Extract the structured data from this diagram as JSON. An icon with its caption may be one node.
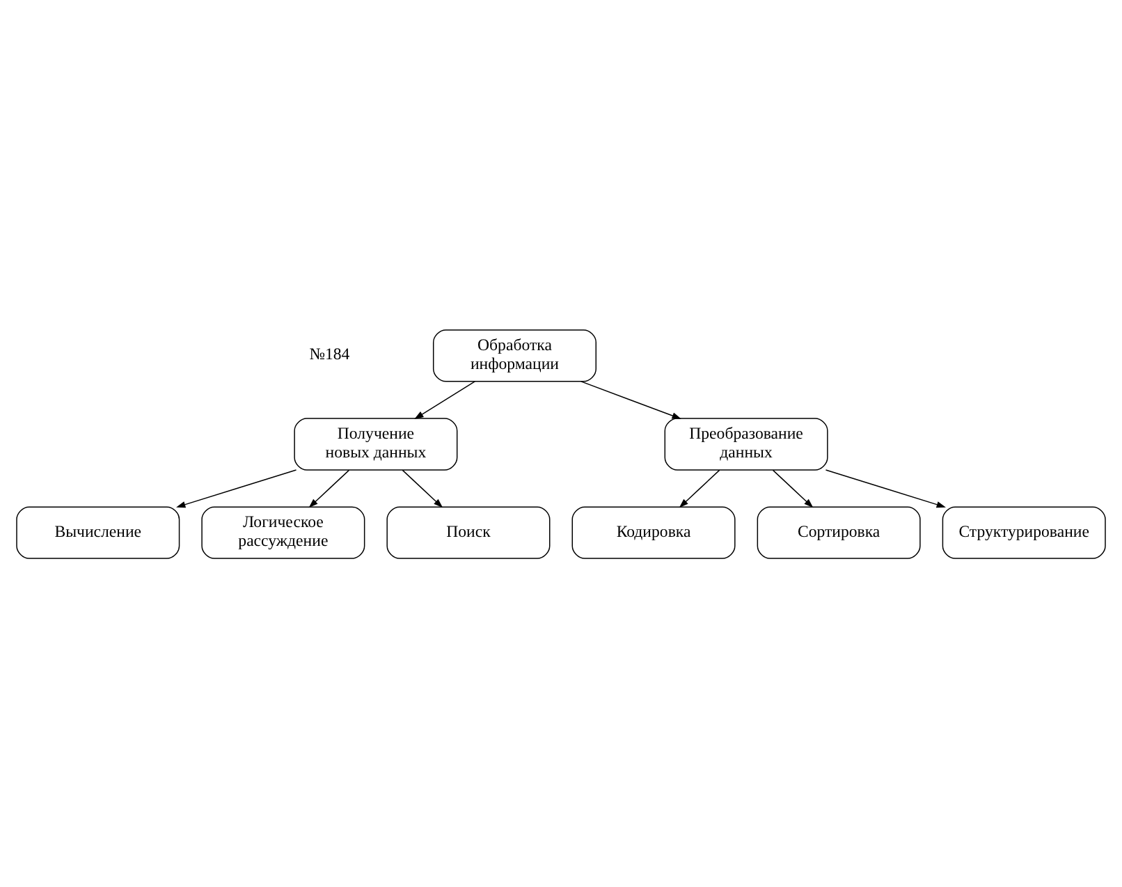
{
  "diagram": {
    "nodes": [
      {
        "text": [
          "Обработка информации"
        ]
      },
      {
        "text": [
          "Получение новых данных"
        ]
      },
      {
        "text": [
          "Преобразование данных"
        ]
      },
      {
        "text": [
          "Вычисление"
        ]
      },
      {
        "text": [
          "Логическое рассуждение"
        ]
      },
      {
        "text": [
          "Поиск"
        ]
      },
      {
        "text": [
          "Кодировка"
        ]
      },
      {
        "text": [
          "Сортировка"
        ]
      },
      {
        "text": [
          "Структурирование"
        ]
      }
    ],
    "edges": [
      {
        "from": 0,
        "to": 1,
        "arrow": "to"
      },
      {
        "from": 0,
        "to": 2,
        "arrow": "to"
      },
      {
        "from": 1,
        "to": 3,
        "arrow": "to"
      },
      {
        "from": 1,
        "to": 4,
        "arrow": "to"
      },
      {
        "from": 1,
        "to": 5,
        "arrow": "to"
      },
      {
        "from": 2,
        "to": 6,
        "arrow": "to"
      },
      {
        "from": 2,
        "to": 7,
        "arrow": "to"
      },
      {
        "from": 2,
        "to": 8,
        "arrow": "to"
      }
    ],
    "labels": [
      "№184"
    ]
  }
}
